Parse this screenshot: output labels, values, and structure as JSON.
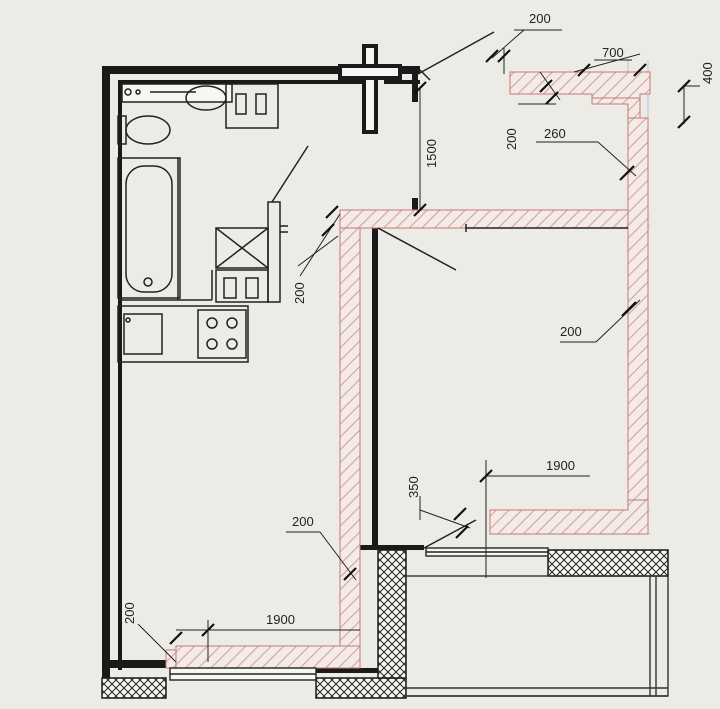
{
  "plan": {
    "colors": {
      "paper": "#ecebe6",
      "wall": "#1a1a1a",
      "hatch": "#d9a09a",
      "guide": "#b9c3e0",
      "line": "#2a2a2a"
    },
    "dimensions": {
      "top_200": "200",
      "top_700": "700",
      "top_400": "400",
      "left_200": "200",
      "right_260": "260",
      "door_1500": "1500",
      "mid_200": "200",
      "right_wall_200": "200",
      "lower_350": "350",
      "lower_1900": "1900",
      "bottom_200": "200",
      "bottom_left_200": "200",
      "bottom_1900": "1900"
    }
  }
}
